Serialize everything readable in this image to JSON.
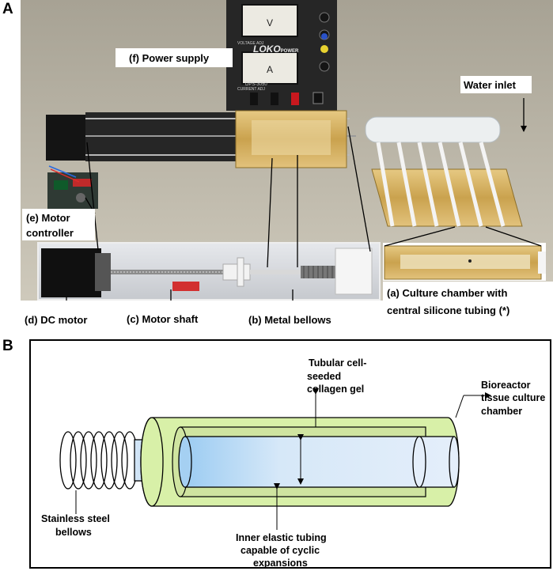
{
  "panel_a": {
    "letter": "A",
    "labels": {
      "power_supply": "(f) Power supply",
      "water_inlet": "Water inlet",
      "motor_controller_1": "(e) Motor",
      "motor_controller_2": "controller",
      "culture_chamber_1": "(a) Culture chamber with",
      "culture_chamber_2": "central silicone tubing (*)",
      "dc_motor": "(d) DC motor",
      "motor_shaft": "(c) Motor shaft",
      "metal_bellows": "(b) Metal bellows"
    },
    "device": {
      "meter_v": "V",
      "meter_a": "A",
      "brand": "LOKO",
      "brand_suffix": "POWER",
      "model": "DPS-3050",
      "voltage_adj": "VOLTAGE ADJ",
      "current_adj": "CURRENT ADJ"
    }
  },
  "panel_b": {
    "letter": "B",
    "labels": {
      "collagen_1": "Tubular cell-",
      "collagen_2": "seeded",
      "collagen_3": "collagen gel",
      "chamber_1": "Bioreactor",
      "chamber_2": "tissue culture",
      "chamber_3": "chamber",
      "bellows_1": "Stainless steel",
      "bellows_2": "bellows",
      "inner_1": "Inner elastic tubing",
      "inner_2": "capable of cyclic",
      "inner_3": "expansions"
    }
  },
  "colors": {
    "bench": "#c8c2b4",
    "chamber_amber": "#d9b86a",
    "gel_green": "#d8f0a8",
    "tube_blue": "#d0e4f6",
    "outline": "#000000"
  }
}
